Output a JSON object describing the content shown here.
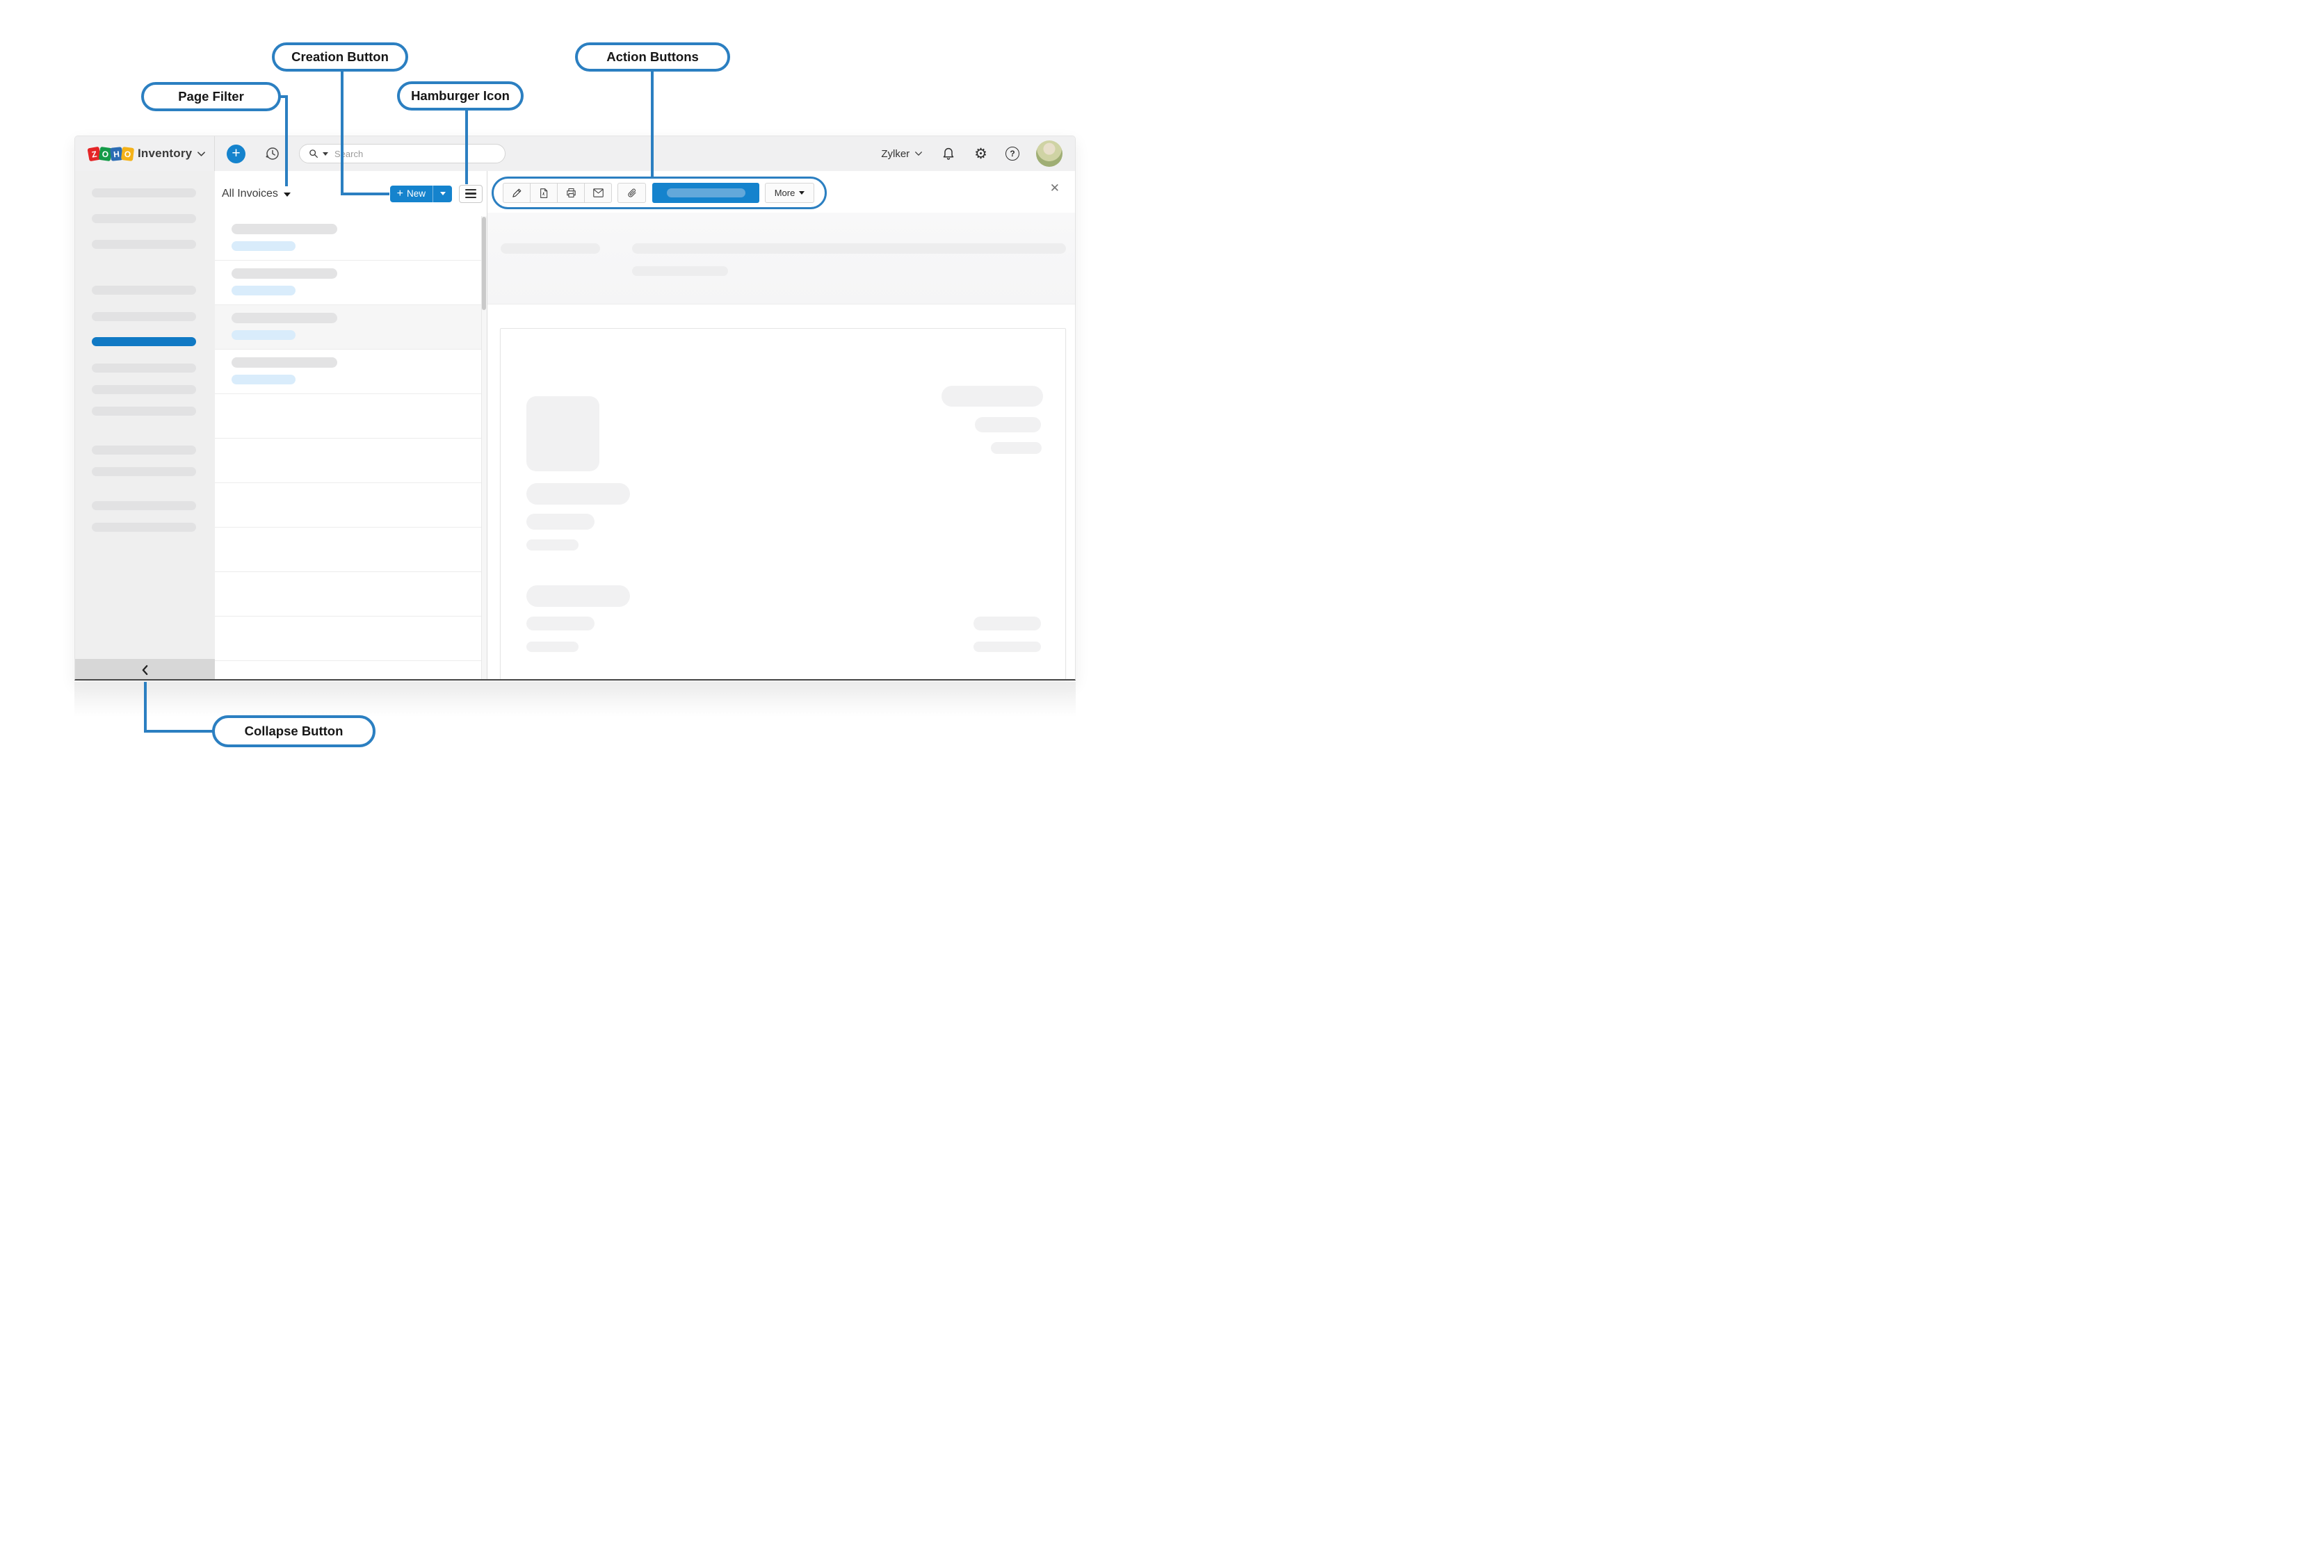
{
  "callouts": {
    "creation": "Creation Button",
    "page_filter": "Page Filter",
    "hamburger": "Hamburger Icon",
    "action": "Action Buttons",
    "collapse": "Collapse Button"
  },
  "topbar": {
    "logo_tiles": [
      {
        "letter": "Z",
        "color": "#e42527"
      },
      {
        "letter": "O",
        "color": "#149a48"
      },
      {
        "letter": "H",
        "color": "#2b6cb4"
      },
      {
        "letter": "O",
        "color": "#f4b219"
      }
    ],
    "product": "Inventory",
    "search_placeholder": "Search",
    "user": "Zylker",
    "help_glyph": "?",
    "gear_glyph": "⚙"
  },
  "list_panel": {
    "filter_label": "All Invoices",
    "new_button_plus": "+",
    "new_button": "New",
    "rows_with_content": 4,
    "empty_rows": 6,
    "highlighted_row": 3
  },
  "detail_panel": {
    "more_button": "More",
    "close_glyph": "✕"
  },
  "sidebar": {
    "item_count": 13,
    "active_index": 6
  },
  "colors": {
    "accent_blue": "#1583cd",
    "callout_blue": "#2b7fc1",
    "active_item_blue": "#1079c4",
    "placeholder_blue": "#d9ecfb",
    "placeholder_gray": "#e2e2e3"
  }
}
